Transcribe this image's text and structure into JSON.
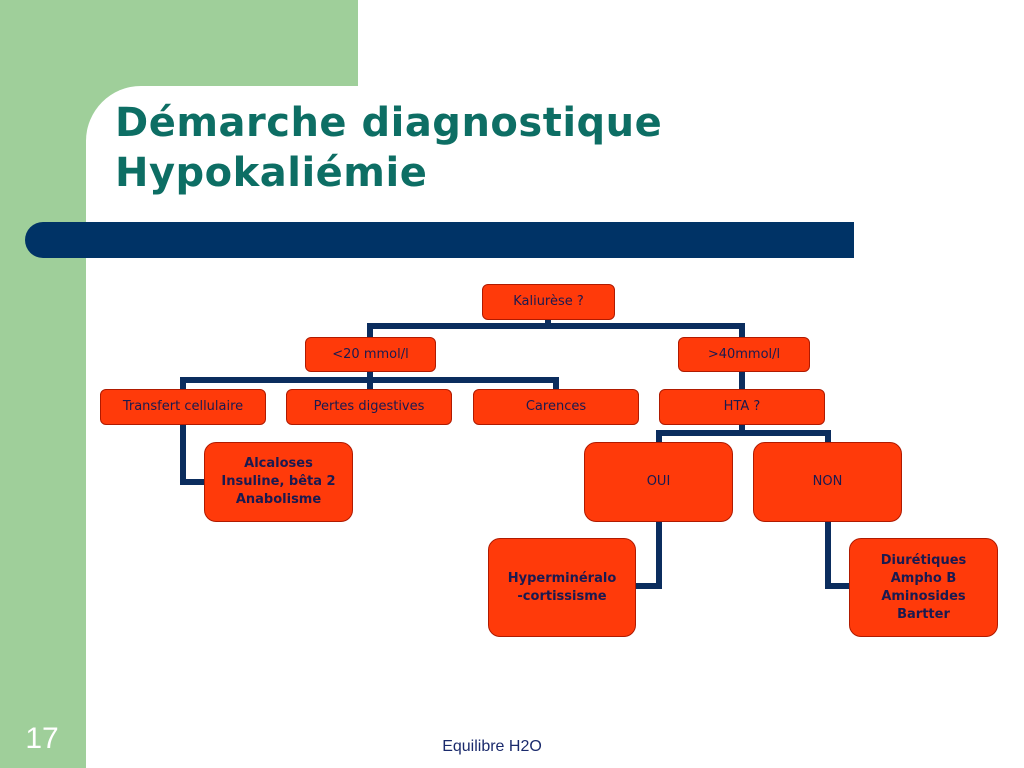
{
  "slide": {
    "title_line1": "Démarche diagnostique",
    "title_line2": "Hypokaliémie",
    "slide_number": "17",
    "footer": "Equilibre H2O"
  },
  "colors": {
    "green_background": "#9fcf9a",
    "title_text": "#0d6e64",
    "title_bar": "#003366",
    "node_fill": "#ff3a0a",
    "connector": "#0b2d5e"
  },
  "diagram": {
    "root": "Kaliurèse ?",
    "low": "<20 mmol/l",
    "high": ">40mmol/l",
    "transfert": "Transfert cellulaire",
    "pertes": "Pertes digestives",
    "carences": "Carences",
    "hta": "HTA ?",
    "transfert_causes": [
      "Alcaloses",
      "Insuline, bêta 2",
      "Anabolisme"
    ],
    "oui": "OUI",
    "non": "NON",
    "oui_cause": [
      "Hyperminéralo",
      "-cortissisme"
    ],
    "non_causes": [
      "Diurétiques",
      "Ampho B",
      "Aminosides",
      "Bartter"
    ]
  }
}
